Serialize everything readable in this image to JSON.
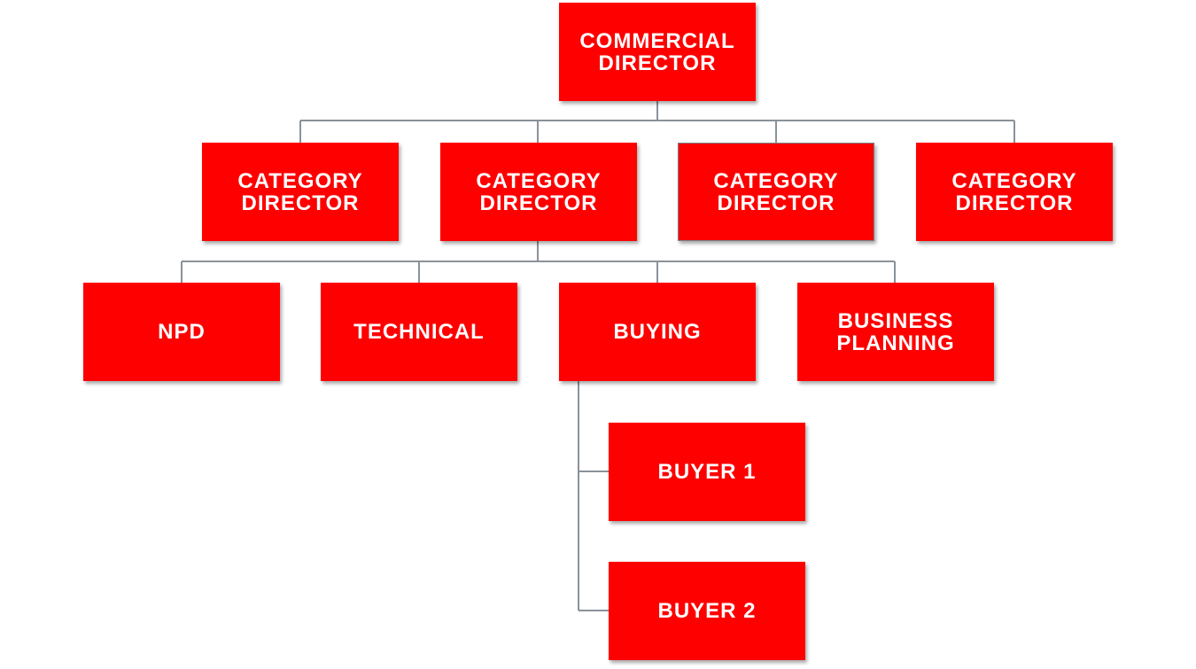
{
  "diagram": {
    "colors": {
      "node_fill": "#fe0000",
      "node_text": "#ffffff",
      "connector": "#8a9299",
      "background": "#ffffff"
    },
    "root": {
      "label": "COMMERCIAL\nDIRECTOR"
    },
    "category_directors": [
      {
        "label": "CATEGORY\nDIRECTOR"
      },
      {
        "label": "CATEGORY\nDIRECTOR"
      },
      {
        "label": "CATEGORY\nDIRECTOR"
      },
      {
        "label": "CATEGORY\nDIRECTOR"
      }
    ],
    "departments": [
      {
        "label": "NPD"
      },
      {
        "label": "TECHNICAL"
      },
      {
        "label": "BUYING"
      },
      {
        "label": "BUSINESS\nPLANNING"
      }
    ],
    "buyers": [
      {
        "label": "BUYER 1"
      },
      {
        "label": "BUYER 2"
      }
    ]
  }
}
